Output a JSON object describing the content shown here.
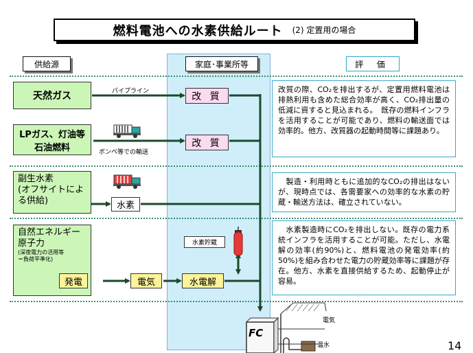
{
  "title": {
    "main": "燃料電池への水素供給ルート",
    "sub": "(2) 定置用の場合"
  },
  "headers": {
    "source": "供給源",
    "home": "家庭･事業所等",
    "evaluation": "評 価"
  },
  "rows": [
    {
      "source": "天然ガス",
      "transport": "パイプライン",
      "process": "改 質",
      "evaluation": "改質の際、CO₂を排出するが、定置用燃料電池は排熱利用も含めた総合効率が高く、CO₂排出量の低減に資すると見込まれる。　既存の燃料インフラを活用することが可能であり、燃料の輸送面では効率的。他方、改質器の起動時間等に課題あり。"
    },
    {
      "source_lines": [
        "LPガス、灯油等",
        "石油燃料"
      ],
      "transport": "ボンベ等での輸送",
      "process": "改 質"
    },
    {
      "source_lines": [
        "副生水素",
        "(オフサイトによ",
        "る供給)"
      ],
      "carrier": "水素",
      "evaluation": "　製造・利用時ともに追加的なCO₂の排出はないが、現時点では、各需要家への効率的な水素の貯蔵・輸送方法は、確立されていない。"
    },
    {
      "source_lines": [
        "自然エネルギー",
        "原子力"
      ],
      "source_note": [
        "(深夜電力の活用等",
        "＝負荷平準化)"
      ],
      "generation": "発電",
      "electricity": "電気",
      "electrolysis": "水電解",
      "storage": "水素貯蔵",
      "evaluation": "　水素製造時にCO₂を排出しない。既存の電力系統インフラを活用することが可能。ただし、水電解の効率(約90%)と、燃料電池の発電効率(約50%)を組み合わせた電力の貯蔵効率等に課題が存在。他方、水素を直接供給するため、起動停止が容易。"
    }
  ],
  "house": {
    "fc_label": "FC",
    "electricity": "電気",
    "hot_water": "温水"
  },
  "page_number": "14",
  "colors": {
    "arrow": "#1a4a2a",
    "zone": "#cfeefa",
    "source_fill": "#ccf6b7",
    "process_fill": "#fcdaf0",
    "yellow_fill": "#fdf39a",
    "eval_border": "#35a7cf"
  }
}
